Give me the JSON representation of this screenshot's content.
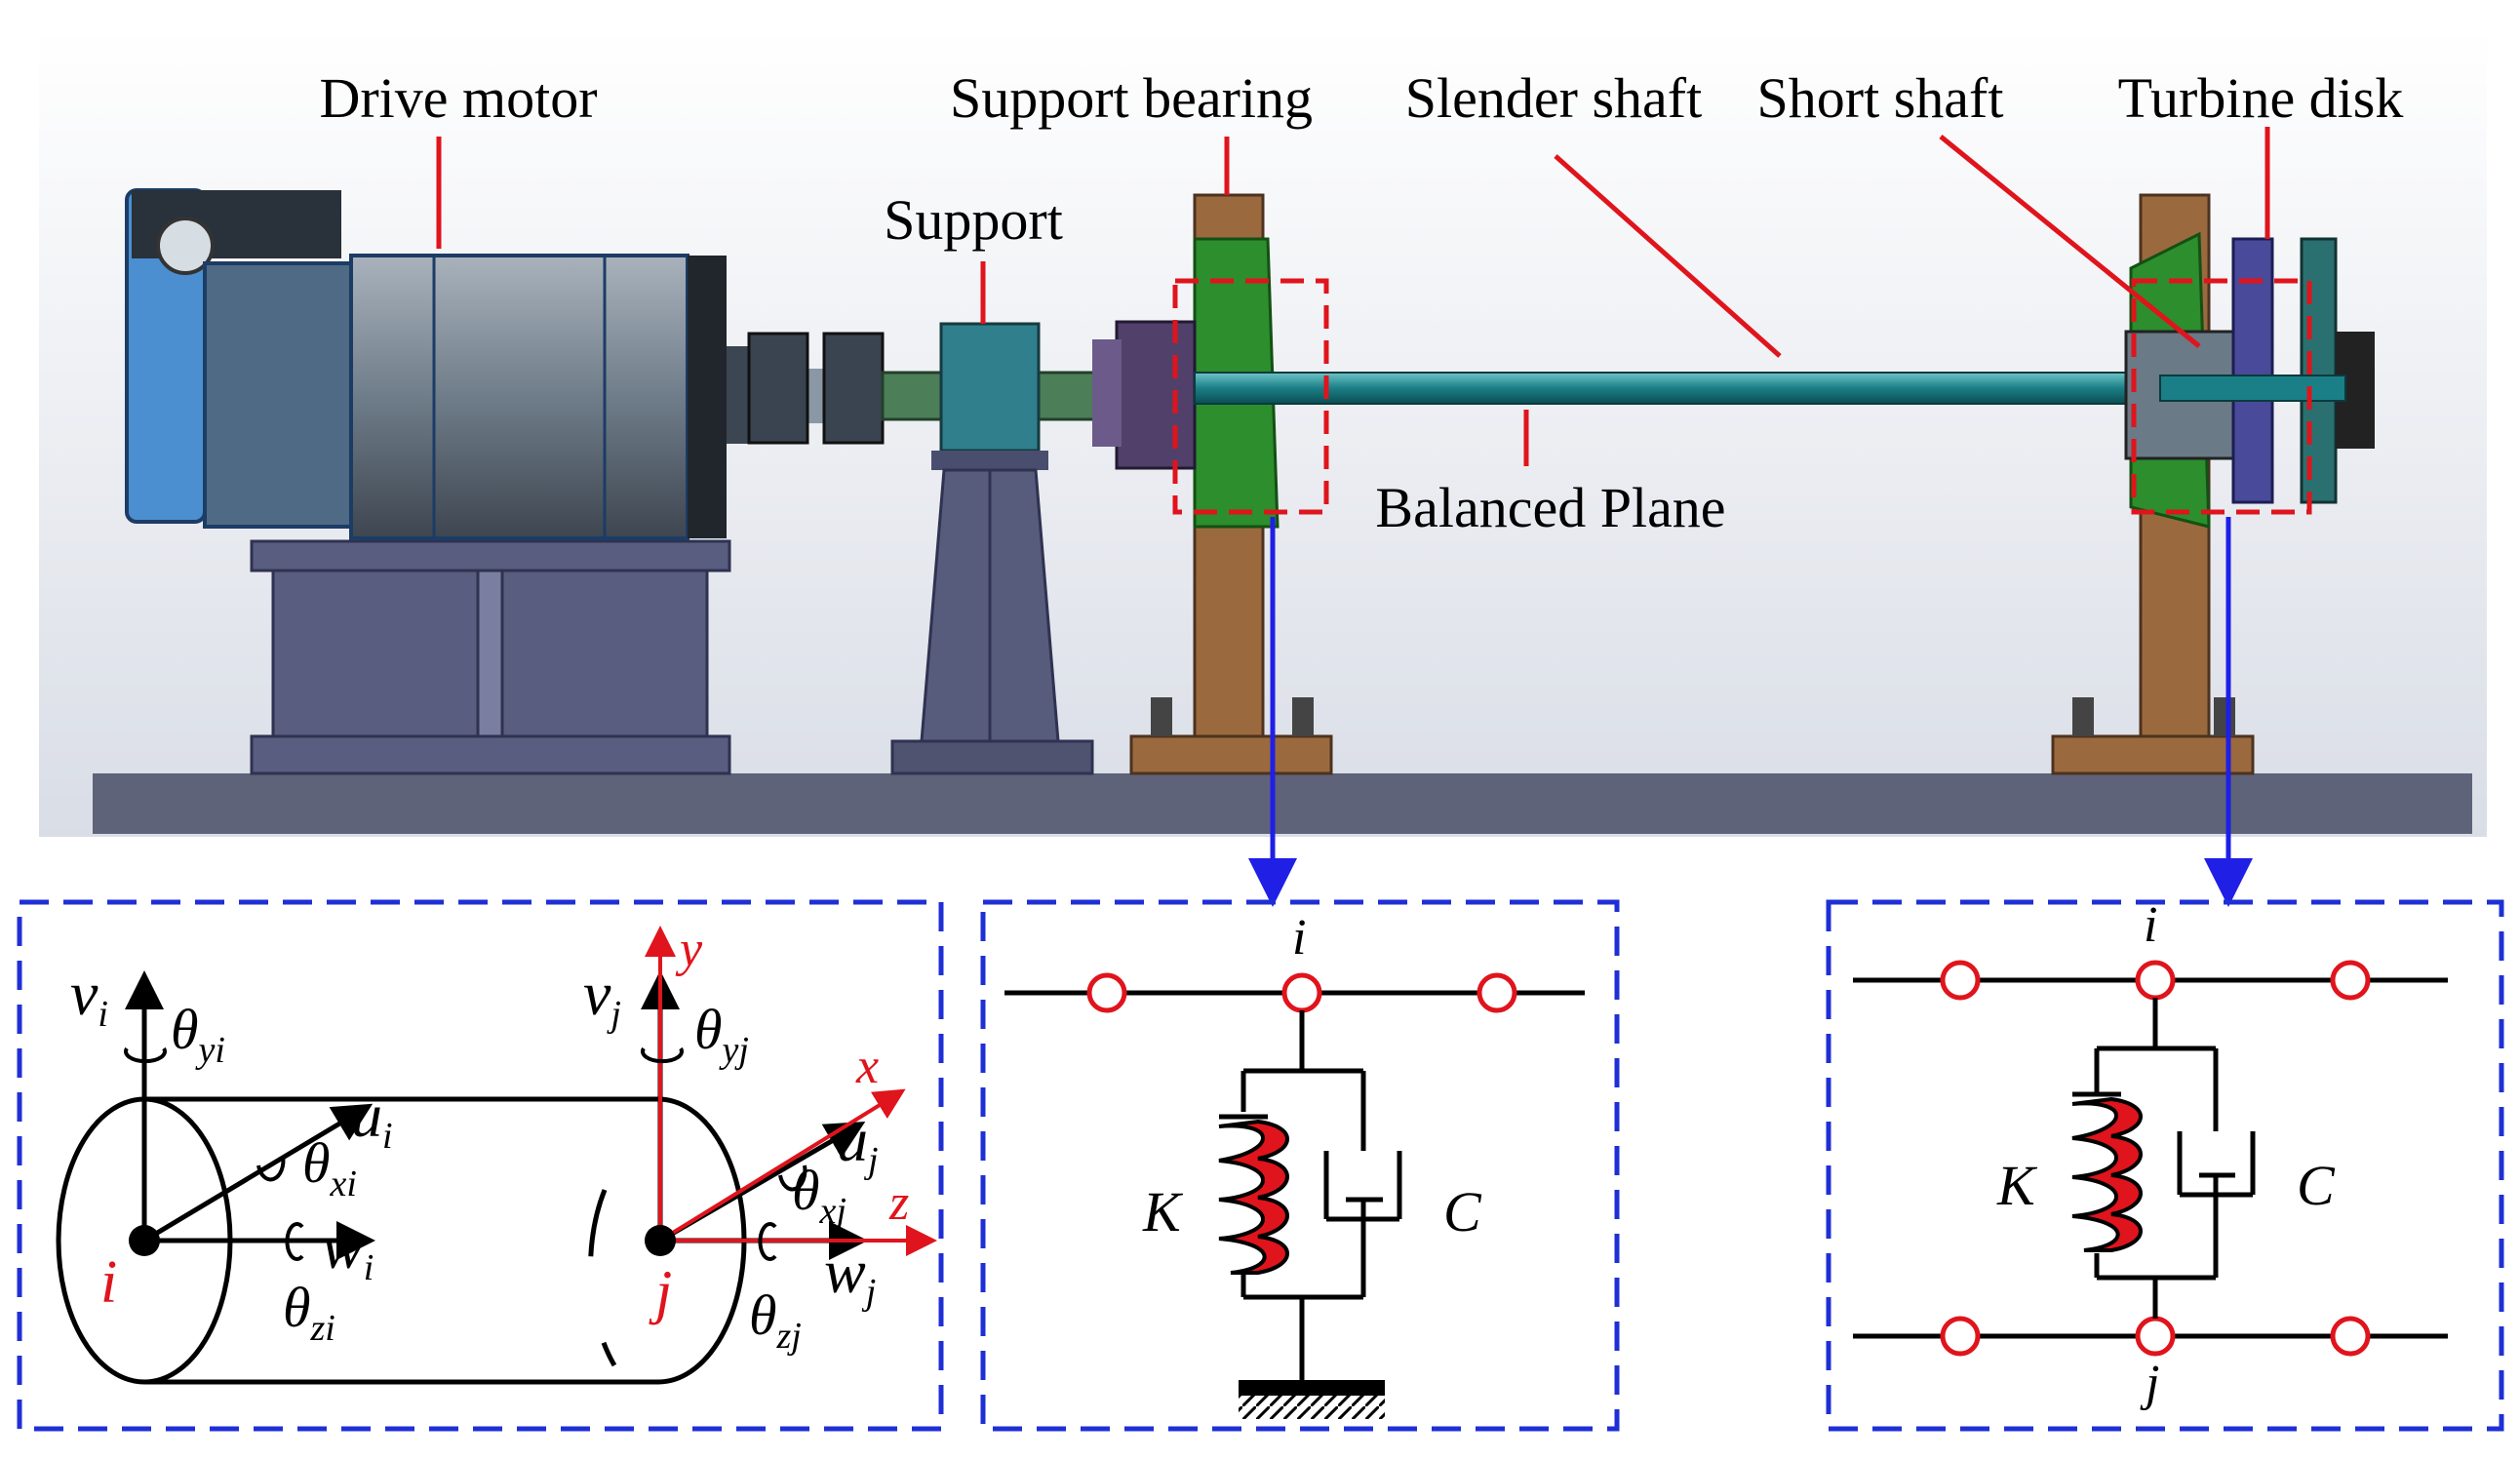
{
  "labels": {
    "drive_motor": "Drive motor",
    "support_bearing": "Support bearing",
    "support": "Support",
    "slender_shaft": "Slender shaft",
    "short_shaft": "Short shaft",
    "turbine_disk": "Turbine disk",
    "balanced_plane": "Balanced Plane"
  },
  "element_panel": {
    "node_i": "i",
    "node_j": "j",
    "v": "v",
    "u": "u",
    "w": "w",
    "theta": "θ",
    "sub_i": "i",
    "sub_j": "j",
    "sub_yi": "yi",
    "sub_xi": "xi",
    "sub_zi": "zi",
    "sub_yj": "yj",
    "sub_xj": "xj",
    "sub_zj": "zj",
    "axis_x": "x",
    "axis_y": "y",
    "axis_z": "z"
  },
  "bearing_panel": {
    "node": "i",
    "stiffness": "K",
    "damping": "C"
  },
  "coupling_panel": {
    "node_top": "i",
    "node_bottom": "j",
    "stiffness": "K",
    "damping": "C"
  },
  "colors": {
    "callout_line": "#e0141c",
    "arrow": "#1f1fe6",
    "dash_box": "#1f2fd6",
    "spring": "#e0141c",
    "shaft": "#1a7f86",
    "motor_body": "#6f7d8a",
    "base": "#6b6f86",
    "bearing_block": "#9a6a3e",
    "bearing_housing": "#2c8e2c"
  }
}
